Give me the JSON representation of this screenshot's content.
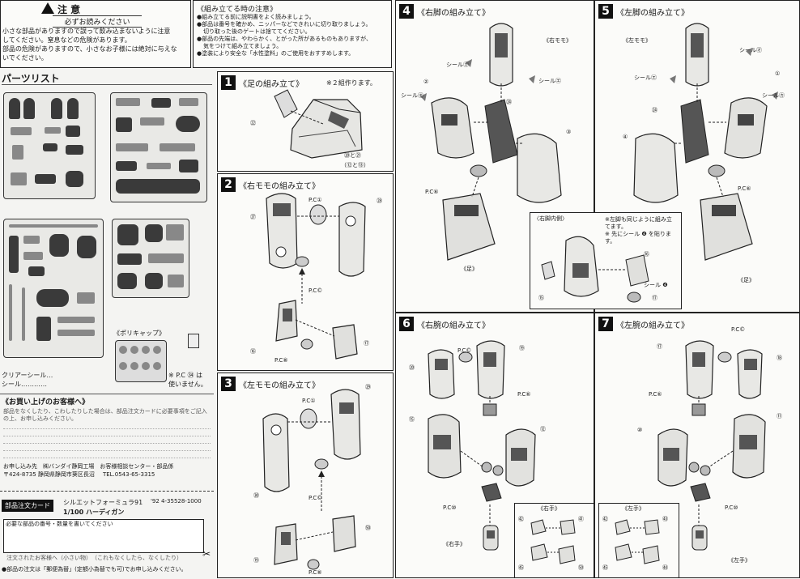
{
  "caution": {
    "title": "注 意",
    "subtitle": "必ずお読みください",
    "lines": [
      "小さな部品がありますので誤って飲み込まないように注意",
      "してください。窒息などの危険があります。",
      "部品の危険がありますので、小さなお子様には絶対に与えな",
      "いでください。"
    ]
  },
  "notes": {
    "title": "《組み立てる時の注意》",
    "lines": [
      "●組み立てる前に説明書をよく読みましょう。",
      "●部品は番号を確かめ、ニッパーなどできれいに切り取りましょう。",
      "切り取った後のゲートは捨ててください。",
      "●部品の先端は、やわらかく、とがった所があるものもありますが、",
      "気をつけて組み立てましょう。",
      "●塗装により安全な「水性塗料」のご使用をおすすめします。"
    ]
  },
  "parts_list": {
    "title": "パーツリスト",
    "polycap_label": "《ポリキャップ》",
    "legend": [
      "クリアーシール…",
      "シール…………"
    ],
    "pc_note": [
      "※ P.C ㉞ は",
      "使いません。"
    ]
  },
  "customer": {
    "title": "《お買い上げのお客様へ》",
    "body": "部品をなくしたり、こわしたりした場合は、部品注文カードに必要事項をご記入の上、お申し込みください。",
    "contact": "お申し込み先　㈱バンダイ静岡工場　お客様相談センター・部品係",
    "address": "〒424-8735 静岡県静岡市葵区長沼",
    "tel": "TEL.0543-65-3315"
  },
  "order_card": {
    "badge": "部品注文カード",
    "product_line1": "シルエットフォーミュラ91",
    "product_line2": "1/100 ハーディガン",
    "code": "'92 4-35528-1000",
    "fields_label": "必要な部品の番号・数量を書いてください",
    "footer_note": "注文されたお客様へ（小さい物）　（これもなくしたら、なくしたり）",
    "stamp_note": "●部品の注文は「郵便為替」(定額小為替でも可)でお申し込みください。"
  },
  "steps": [
    {
      "num": "1",
      "title": "《足の組み立て》",
      "note": "※２組作ります。",
      "labels": [
        "㉒",
        "⑳と㉑",
        "（⑫と⑬）"
      ]
    },
    {
      "num": "2",
      "title": "《右モモの組み立て》",
      "labels": [
        "P.C①",
        "㉗",
        "㉘",
        "P.C©",
        "⑯",
        "P.C⑧",
        "⑰"
      ]
    },
    {
      "num": "3",
      "title": "《左モモの組み立て》",
      "labels": [
        "P.C①",
        "㉙",
        "㉚",
        "P.C©",
        "⑲",
        "P.C⑧",
        "㊿"
      ]
    },
    {
      "num": "4",
      "title": "《右脚の組み立て》",
      "labels": [
        "《右モモ》",
        "シール㋕",
        "シール㋓",
        "シール㋔",
        "②",
        "㉔",
        "③",
        "P.C⑥",
        "《足》"
      ]
    },
    {
      "num": "5",
      "title": "《左脚の組み立て》",
      "labels": [
        "《左モモ》",
        "シール㋔",
        "シール㋓",
        "①",
        "シール㋕",
        "㉔",
        "④",
        "P.C⑥",
        "《足》"
      ]
    },
    {
      "num": "6",
      "title": "《右腕の組み立て》",
      "labels": [
        "P.C©",
        "⑲",
        "⑳",
        "P.C⑥",
        "⑮",
        "⑫",
        "P.C⑩",
        "《右手》"
      ]
    },
    {
      "num": "7",
      "title": "《左腕の組み立て》",
      "labels": [
        "P.C©",
        "⑰",
        "⑱",
        "P.C⑥",
        "⑩",
        "⑪",
        "P.C⑩",
        "《左手》"
      ]
    }
  ],
  "inset": {
    "title": "〈右脚内側〉",
    "note_lines": [
      "※左脚も同じように組み立",
      "てます。",
      "※ 先にシール ❹ を貼ります。"
    ],
    "labels": [
      "⑮",
      "⑯",
      "⑰",
      "シール ❹"
    ]
  },
  "hands": {
    "right": {
      "title": "《右手》",
      "labels": [
        "㊷",
        "㊶",
        "㊺",
        "㊿"
      ]
    },
    "left": {
      "title": "《左手》",
      "labels": [
        "㊷",
        "㊸",
        "㊺",
        "㊹"
      ]
    }
  }
}
